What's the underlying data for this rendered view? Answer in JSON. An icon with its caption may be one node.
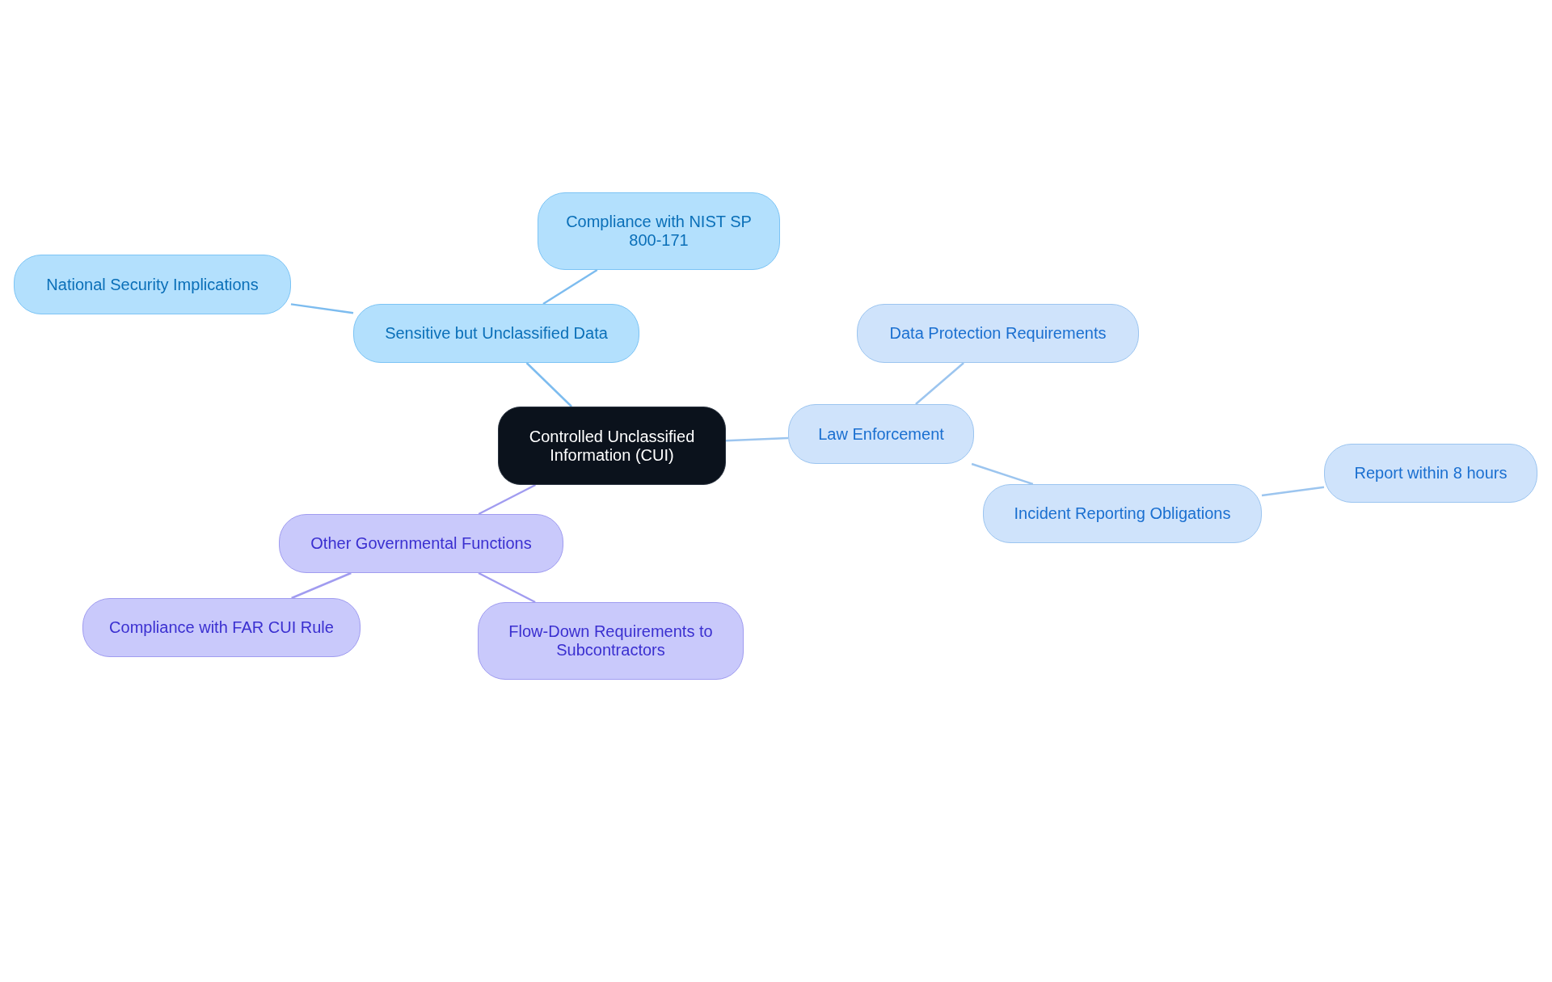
{
  "diagram": {
    "nodes": [
      {
        "text": [
          "Controlled Unclassified Information (CUI)"
        ]
      },
      {
        "text": [
          "Sensitive but Unclassified Data"
        ]
      },
      {
        "text": [
          "Compliance with NIST SP 800-171"
        ]
      },
      {
        "text": [
          "National Security Implications"
        ]
      },
      {
        "text": [
          "Law Enforcement"
        ]
      },
      {
        "text": [
          "Data Protection Requirements"
        ]
      },
      {
        "text": [
          "Incident Reporting Obligations"
        ]
      },
      {
        "text": [
          "Report within 8 hours"
        ]
      },
      {
        "text": [
          "Other Governmental Functions"
        ]
      },
      {
        "text": [
          "Compliance with FAR CUI Rule"
        ]
      },
      {
        "text": [
          "Flow-Down Requirements to Subcontractors"
        ]
      }
    ],
    "edges": [
      {
        "from": 0,
        "to": 1,
        "arrow": "none",
        "color": "#7dbcef"
      },
      {
        "from": 1,
        "to": 2,
        "arrow": "none",
        "color": "#7dbcef"
      },
      {
        "from": 1,
        "to": 3,
        "arrow": "none",
        "color": "#7dbcef"
      },
      {
        "from": 0,
        "to": 4,
        "arrow": "none",
        "color": "#9cc5ef"
      },
      {
        "from": 4,
        "to": 5,
        "arrow": "none",
        "color": "#9cc5ef"
      },
      {
        "from": 4,
        "to": 6,
        "arrow": "none",
        "color": "#9cc5ef"
      },
      {
        "from": 6,
        "to": 7,
        "arrow": "none",
        "color": "#9cc5ef"
      },
      {
        "from": 0,
        "to": 8,
        "arrow": "none",
        "color": "#a19cf0"
      },
      {
        "from": 8,
        "to": 9,
        "arrow": "none",
        "color": "#a19cf0"
      },
      {
        "from": 8,
        "to": 10,
        "arrow": "none",
        "color": "#a19cf0"
      }
    ]
  }
}
